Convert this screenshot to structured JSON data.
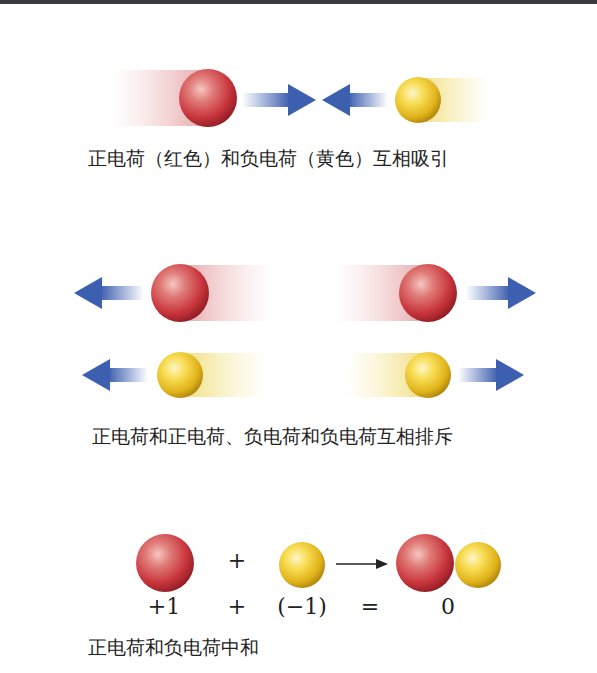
{
  "diagram": {
    "labels": [
      "正电荷（红色）和负电荷（黄色）互相吸引",
      "正电荷和正电荷、负电荷和负电荷互相排斥",
      "+",
      "+1",
      "+",
      "(−1)",
      "=",
      "0",
      "正电荷和负电荷中和"
    ]
  }
}
